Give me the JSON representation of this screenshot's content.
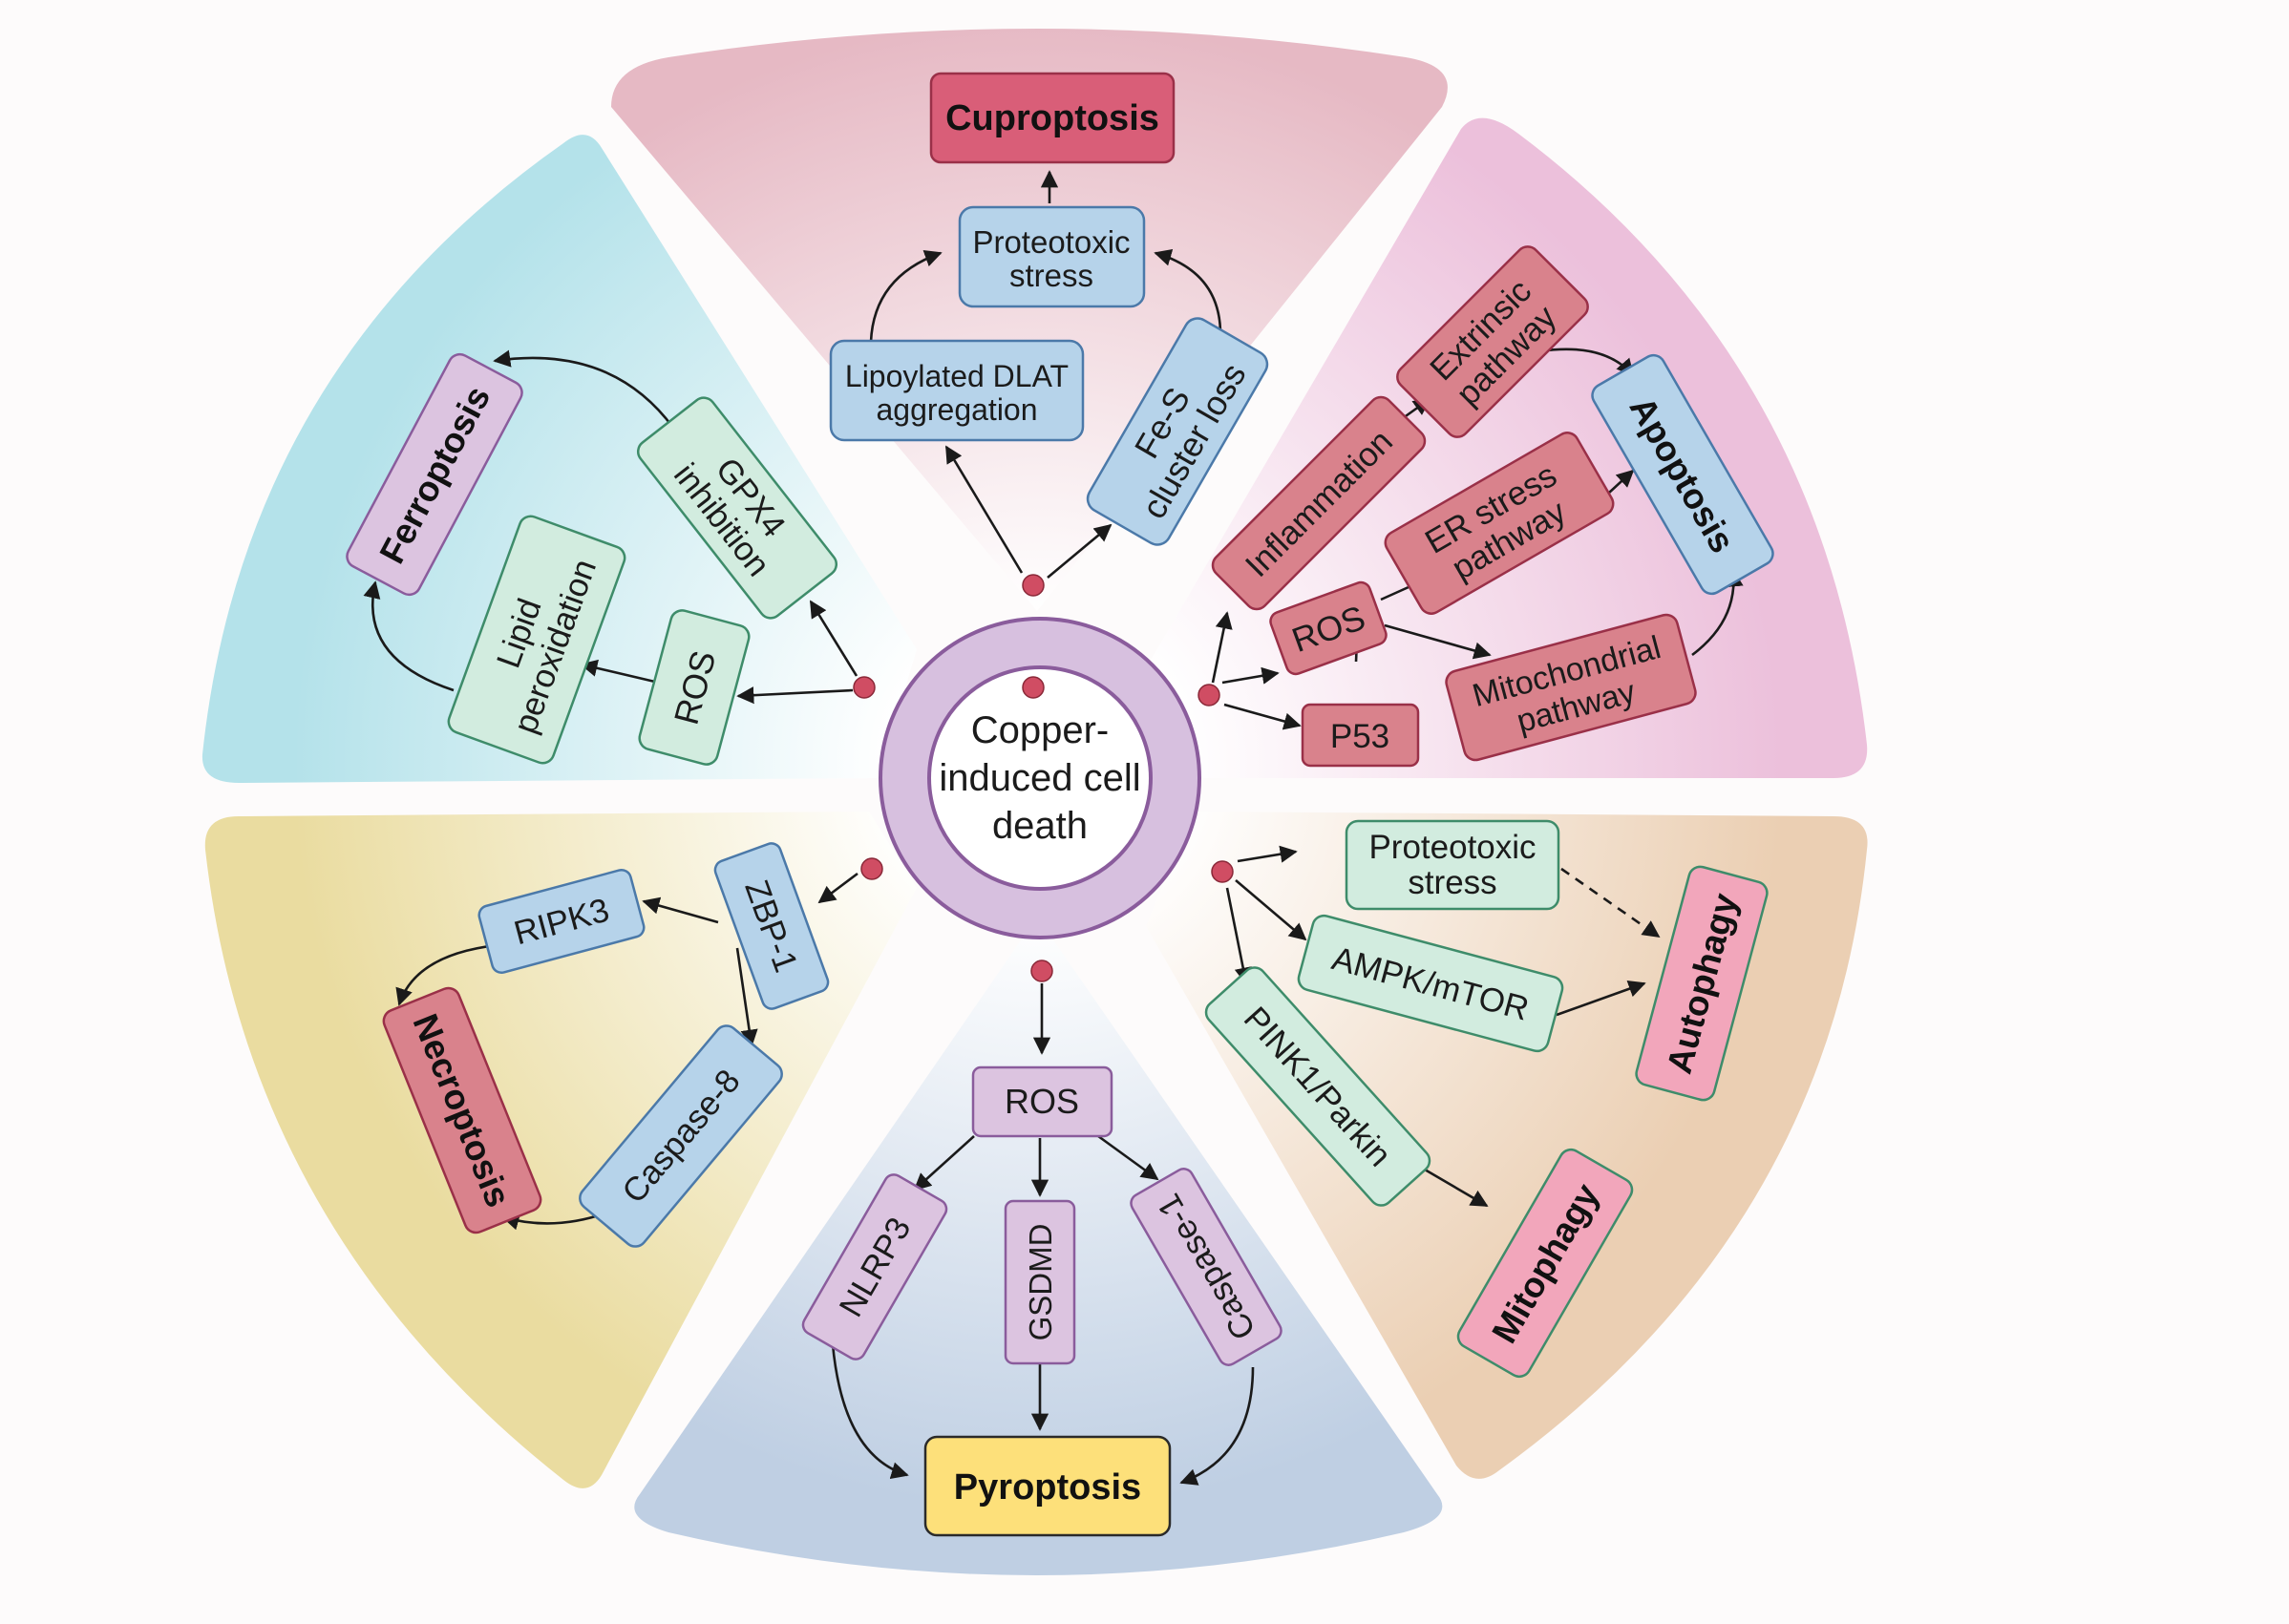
{
  "center": {
    "lines": [
      "Copper-",
      "induced cell",
      "death"
    ]
  },
  "sectors": {
    "cuproptosis": {
      "outcome": "Cuproptosis",
      "nodes": {
        "proteotoxic": [
          "Proteotoxic",
          "stress"
        ],
        "dlat": [
          "Lipoylated DLAT",
          "aggregation"
        ],
        "fes": [
          "Fe-S",
          "cluster loss"
        ]
      }
    },
    "apoptosis": {
      "outcome": "Apoptosis",
      "nodes": {
        "inflammation": [
          "Inflammation"
        ],
        "extrinsic": [
          "Extrinsic",
          "pathway"
        ],
        "ros": [
          "ROS"
        ],
        "er": [
          "ER stress",
          "pathway"
        ],
        "mito": [
          "Mitochondrial",
          "pathway"
        ],
        "p53": [
          "P53"
        ]
      }
    },
    "autophagy": {
      "outcome": "Autophagy",
      "outcome2": "Mitophagy",
      "nodes": {
        "proteotoxic": [
          "Proteotoxic",
          "stress"
        ],
        "ampk": [
          "AMPK/mTOR"
        ],
        "pink": [
          "PINK1/Parkin"
        ]
      }
    },
    "pyroptosis": {
      "outcome": "Pyroptosis",
      "nodes": {
        "ros": [
          "ROS"
        ],
        "nlrp3": [
          "NLRP3"
        ],
        "gsdmd": [
          "GSDMD"
        ],
        "casp1": [
          "Caspase-1"
        ]
      }
    },
    "necroptosis": {
      "outcome": "Necroptosis",
      "nodes": {
        "ripk3": [
          "RIPK3"
        ],
        "zbp1": [
          "ZBP-1"
        ],
        "casp8": [
          "Caspase-8"
        ]
      }
    },
    "ferroptosis": {
      "outcome": "Ferroptosis",
      "nodes": {
        "gpx4": [
          "GPX4",
          "inhibition"
        ],
        "lipid": [
          "Lipid",
          "peroxidation"
        ],
        "ros": [
          "ROS"
        ]
      }
    }
  },
  "colors": {
    "cuproptosis_bg": "#e6b9c4",
    "apoptosis_bg": "#ecc0db",
    "autophagy_bg": "#ebcfb3",
    "pyroptosis_bg": "#bfcfe3",
    "necroptosis_bg": "#eadca0",
    "ferroptosis_bg": "#b4e2ea",
    "blue_box": "#b6d3ea",
    "red_box": "#d9828c",
    "green_box": "#d2ecdf",
    "purple_box": "#dcc4e0",
    "pink_box": "#f2a6bb",
    "yellow_box": "#fde07a",
    "ring": "#d7c0df"
  }
}
